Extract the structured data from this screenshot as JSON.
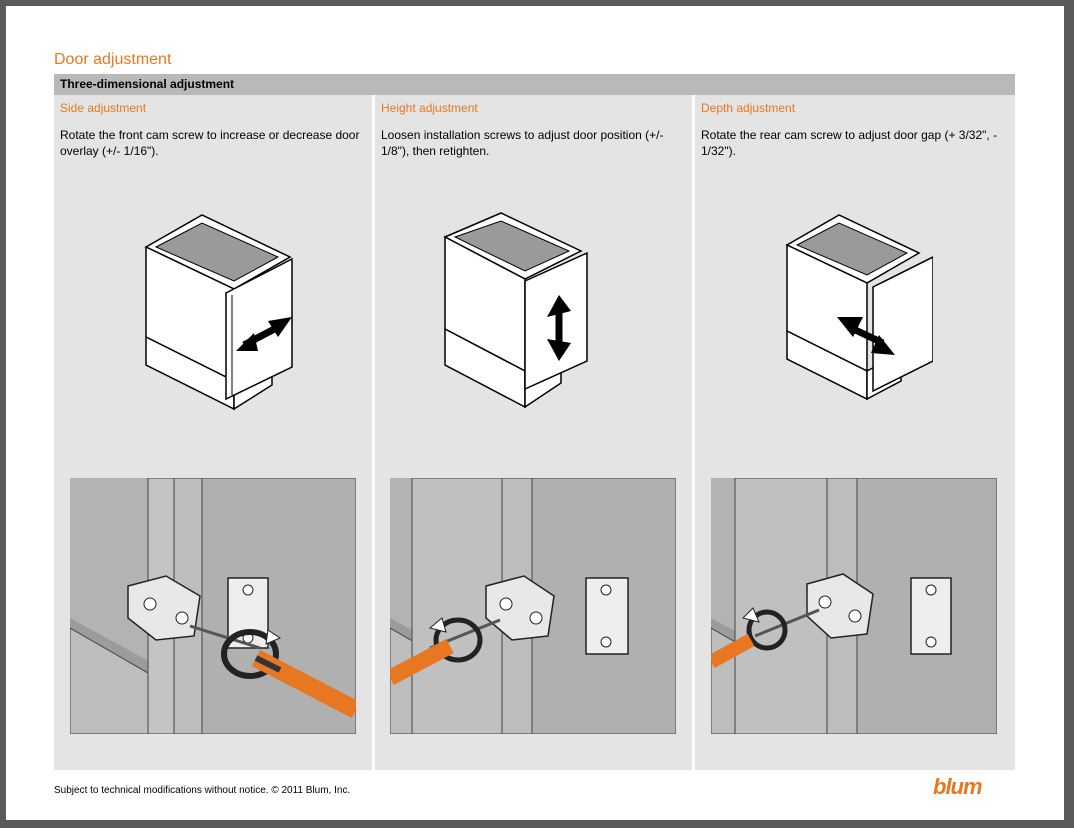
{
  "page": {
    "title": "Door adjustment",
    "section_title": "Three-dimensional adjustment",
    "columns": [
      {
        "heading": "Side adjustment",
        "description": "Rotate the front cam screw to increase or decrease door overlay (+/- 1/16\")."
      },
      {
        "heading": "Height adjustment",
        "description": "Loosen installation screws to adjust door position (+/- 1/8\"), then retighten."
      },
      {
        "heading": "Depth adjustment",
        "description": "Rotate the rear cam screw to adjust door gap (+ 3/32\", - 1/32\")."
      }
    ],
    "footer": "Subject to technical modifications without notice.   © 2011 Blum, Inc.",
    "logo": "blum"
  },
  "colors": {
    "accent": "#e87722",
    "panel": "#e4e4e4",
    "section_bar": "#b9b9b9",
    "photo_bg": "#b3b3b3"
  },
  "icons": [
    "double-arrow-horizontal-icon",
    "double-arrow-vertical-icon",
    "double-arrow-diagonal-icon",
    "screwdriver-icon",
    "rotation-arrow-icon"
  ]
}
